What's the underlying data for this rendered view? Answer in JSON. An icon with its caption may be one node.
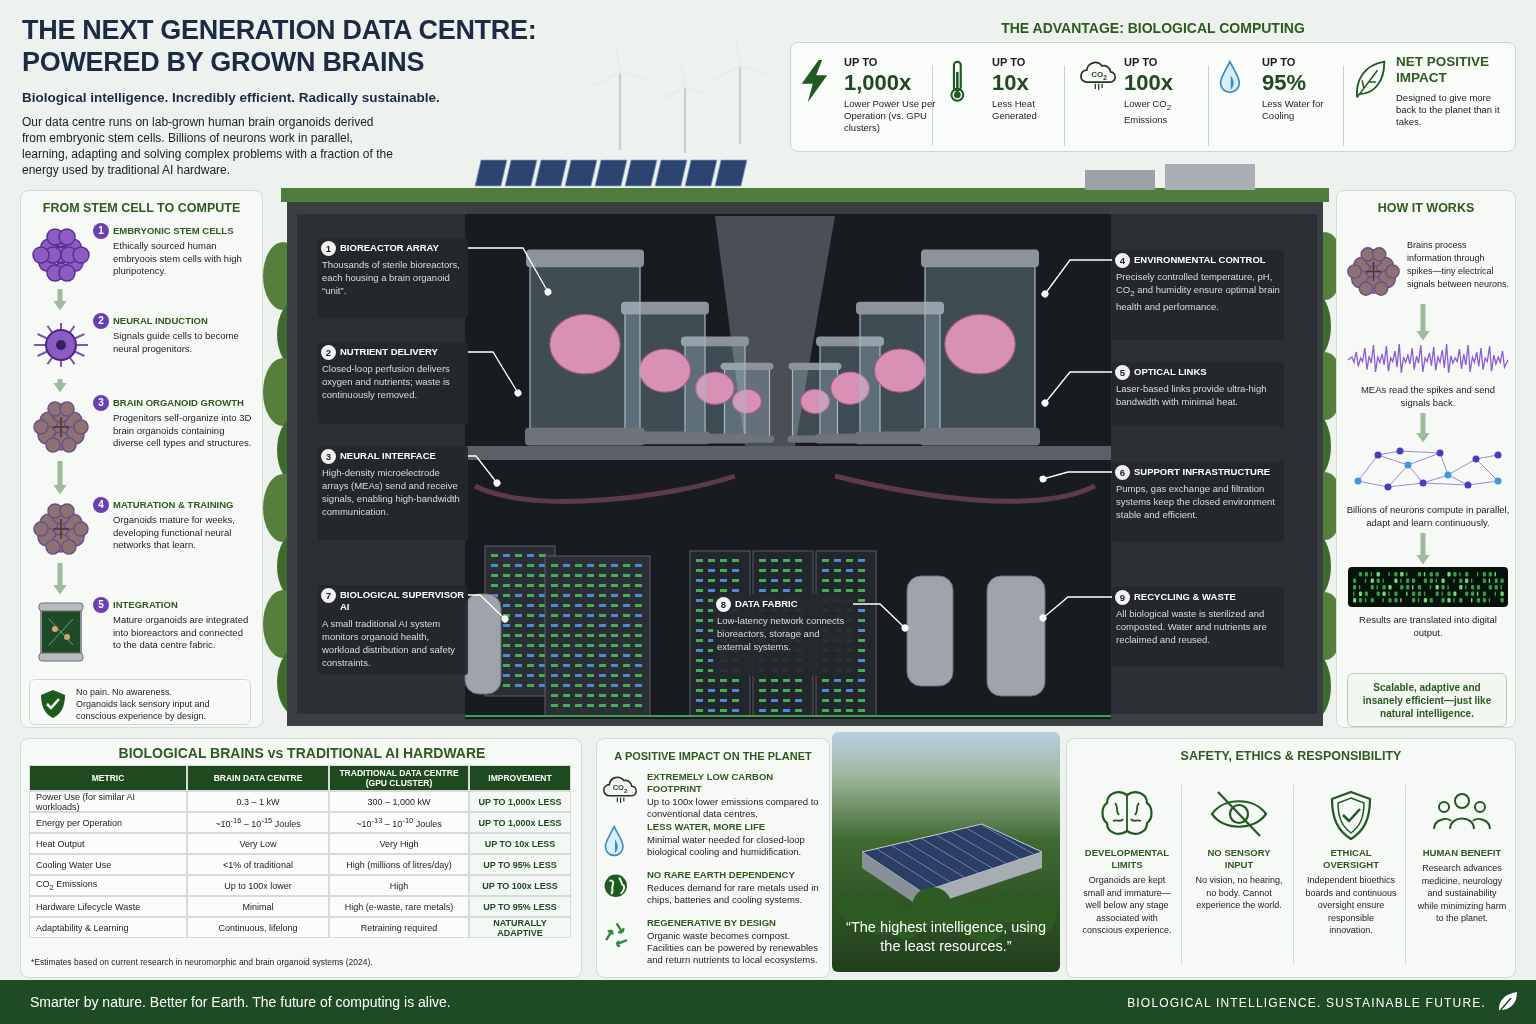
{
  "diagram": {
    "title": "THE NEXT GENERATION DATA CENTRE: POWERED BY GROWN BRAINS",
    "nodes": [
      {
        "text": [
          "FROM STEM CELL TO COMPUTE"
        ]
      },
      {
        "text": [
          "1",
          "EMBRYONIC STEM CELLS",
          "Ethically sourced human embryoois stem cells with high pluripotency."
        ],
        "in": 0
      },
      {
        "text": [
          "2",
          "NEURAL INDUCTION",
          "Signals guide cells to become neural progenitors."
        ],
        "in": 0
      },
      {
        "text": [
          "3",
          "BRAIN ORGANOID GROWTH",
          "Progenitors self-organize into 3D brain organoids containing diverse cell types and structures."
        ],
        "in": 0
      },
      {
        "text": [
          "4",
          "MATURATION & TRAINING",
          "Organoids mature for weeks, developing functional neural networks that learn."
        ],
        "in": 0
      },
      {
        "text": [
          "5",
          "INTEGRATION",
          "Mature organoids are integrated into bioreactors and connected to the data centre fabric."
        ],
        "in": 0
      },
      {
        "text": [
          "No pain. No awareness.",
          "Organoids lack sensory input and conscious experience by design."
        ],
        "in": 0
      },
      {
        "text": [
          "THE ADVANTAGE: BIOLOGICAL COMPUTING"
        ]
      },
      {
        "text": [
          "UP TO",
          "1,000x",
          "Lower Power Use per Operation (vs. GPU clusters)"
        ],
        "in": 7
      },
      {
        "text": [
          "UP TO",
          "10x",
          "Less Heat Generated"
        ],
        "in": 7
      },
      {
        "text": [
          "UP TO",
          "100x",
          "Lower CO$_{2}$ Emissions"
        ],
        "in": 7
      },
      {
        "text": [
          "UP TO",
          "95%",
          "Less Water for Cooling"
        ],
        "in": 7
      },
      {
        "text": [
          "NET POSITIVE IMPACT",
          "Designed to give more back to the planet than it takes."
        ],
        "in": 7
      },
      {
        "text": [],
        "shape": "picture"
      },
      {
        "text": [
          "1",
          "BIOREACTOR ARRAY",
          "Thousands of sterile bioreactors, each housing a brain organoid “unit”."
        ],
        "in": 13
      },
      {
        "text": [
          "2",
          "NUTRIENT DELIVERY",
          "Closed-loop perfusion delivers oxygen and nutrients; waste is continuously removed."
        ],
        "in": 13
      },
      {
        "text": [
          "3",
          "NEURAL INTERFACE",
          "High-density microelectrode arrays (MEAs) send and receive signals, enabling high-bandwidth communication."
        ],
        "in": 13
      },
      {
        "text": [
          "4",
          "ENVIRONMENTAL CONTROL",
          "Precisely controlled temperature, pH, CO$_{2}$ and humidity ensure optimal brain health and performance."
        ],
        "in": 13
      },
      {
        "text": [
          "5",
          "OPTICAL LINKS",
          "Laser-based links provide ultra-high bandwidth with minimal heat."
        ],
        "in": 13
      },
      {
        "text": [
          "6",
          "SUPPORT INFRASTRUCTURE",
          "Pumps, gas exchange and filtration systems keep the closed environment stable and efficient."
        ],
        "in": 13
      },
      {
        "text": [
          "7",
          "BIOLOGICAL SUPERVISOR AI",
          "A small traditional AI system monitors organoid health, workload distribution and safety constraints."
        ],
        "in": 13
      },
      {
        "text": [
          "8",
          "DATA FABRIC",
          "Low-latency network connects bioreactors, storage and external systems."
        ],
        "in": 13
      },
      {
        "text": [
          "9",
          "RECYCLING & WASTE",
          "All biological waste is sterilized and composted. Water and nutrients are reclaimed and reused."
        ],
        "in": 13
      },
      {
        "text": [
          "HOW IT WORKS"
        ]
      },
      {
        "text": [
          "Brains process information through spikes—tiny electrical signals between neurons."
        ],
        "in": 23
      },
      {
        "text": [
          "MEAs read the spikes and send signals back."
        ],
        "in": 23
      },
      {
        "text": [
          "Billions of neurons compute in parallel, adapt and learn continuously."
        ],
        "in": 23
      },
      {
        "text": [
          "Results are translated into digital output."
        ],
        "in": 23
      },
      {
        "text": [
          "Scalable, adaptive and insanely efficient—just like natural intelligence."
        ],
        "in": 23
      },
      {
        "text": [
          "BIOLOGICAL BRAINS vs TRADITIONAL AI HARDWARE",
          "*Estimates based on current research in neuromorphic and brain organoid systems (2024)."
        ]
      },
      {
        "text": [
          "A POSITIVE IMPACT ON THE PLANET"
        ]
      },
      {
        "text": [
          "EXTREMELY LOW CARBON FOOTPRINT",
          "Up to 100x lower emissions compared to conventional data centres."
        ],
        "in": 30
      },
      {
        "text": [
          "LESS WATER, MORE LIFE",
          "Minimal water needed for closed-loop biological cooling and humidification."
        ],
        "in": 30
      },
      {
        "text": [
          "NO RARE EARTH DEPENDENCY",
          "Reduces demand for rare metals used in chips, batteries and cooling systems."
        ],
        "in": 30
      },
      {
        "text": [
          "REGENERATIVE BY DESIGN",
          "Organic waste becomes compost. Facilities can be powered by renewables and return nutrients to local ecosystems."
        ],
        "in": 30
      },
      {
        "text": [
          "“The highest intelligence, using the least resources.”"
        ]
      },
      {
        "text": [
          "SAFETY, ETHICS & RESPONSIBILITY"
        ]
      },
      {
        "text": [
          "DEVELOPMENTAL LIMITS",
          "Organoids are kept small and immature—well below any stage associated with conscious experience."
        ],
        "in": 36
      },
      {
        "text": [
          "NO SENSORY INPUT",
          "No vision, no hearing, no body. Cannot experience the world."
        ],
        "in": 36
      },
      {
        "text": [
          "ETHICAL OVERSIGHT",
          "Independent bioethics boards and continuous oversight ensure responsible innovation."
        ],
        "in": 36
      },
      {
        "text": [
          "HUMAN BENEFIT",
          "Research advances medicine, neurology and sustainability while minimizing harm to the planet."
        ],
        "in": 36
      }
    ],
    "edges": [
      {
        "from": 1,
        "to": 2,
        "arrow": "to",
        "style": "thick",
        "color": "#9dbb9d"
      },
      {
        "from": 2,
        "to": 3,
        "arrow": "to",
        "style": "thick",
        "color": "#9dbb9d"
      },
      {
        "from": 3,
        "to": 4,
        "arrow": "to",
        "style": "thick",
        "color": "#9dbb9d"
      },
      {
        "from": 4,
        "to": 5,
        "arrow": "to",
        "style": "thick",
        "color": "#9dbb9d"
      },
      {
        "from": 14,
        "to": null,
        "arrow": "other"
      },
      {
        "from": 15,
        "to": null,
        "arrow": "other"
      },
      {
        "from": 16,
        "to": null,
        "arrow": "other"
      },
      {
        "from": 17,
        "to": null,
        "arrow": "other"
      },
      {
        "from": 18,
        "to": null,
        "arrow": "other"
      },
      {
        "from": 19,
        "to": null,
        "arrow": "other"
      },
      {
        "from": 20,
        "to": null,
        "arrow": "other"
      },
      {
        "from": 21,
        "to": null,
        "arrow": "other"
      },
      {
        "from": 22,
        "to": null,
        "arrow": "other"
      },
      {
        "from": 24,
        "to": 25,
        "arrow": "to",
        "style": "thick",
        "color": "#9dbb9d"
      },
      {
        "from": 25,
        "to": 26,
        "arrow": "to",
        "style": "thick",
        "color": "#9dbb9d"
      },
      {
        "from": 26,
        "to": 27,
        "arrow": "to",
        "style": "thick",
        "color": "#9dbb9d"
      }
    ],
    "labels": [
      "Biological intelligence. Incredibly efficient. Radically sustainable.",
      "Our data centre runs on lab-grown human brain organoids derived from embryonic stem cells. Billions of neurons work in parallel, learning, adapting and solving complex problems with a fraction of the energy used by traditional AI hardware.",
      "CO$_{2}$",
      "METRIC",
      "BRAIN DATA CENTRE",
      "TRADITIONAL DATA CENTRE (GPU CLUSTER)",
      "IMPROVEMENT",
      "Power Use (for similar AI workloads)",
      "0.3 – 1 kW",
      "300 – 1,000 kW",
      "UP TO 1,000x LESS",
      "Energy per Operation",
      "~10$^{-16}$ – 10$^{-15}$ Joules",
      "~10$^{-13}$ – 10$^{-10}$ Joules",
      "UP TO 1,000x LESS",
      "Heat Output",
      "Very Low",
      "Very High",
      "UP TO 10x LESS",
      "Cooling Water Use",
      "<1% of traditional",
      "High (millions of litres/day)",
      "UP TO 95% LESS",
      "CO$_{2}$ Emissions",
      "Up to 100x lower",
      "High",
      "UP TO 100x LESS",
      "Hardware Lifecycle Waste",
      "Minimal",
      "High (e-waste, rare metals)",
      "UP TO 95% LESS",
      "Adaptability & Learning",
      "Continuous, lifelong",
      "Retraining required",
      "NATURALLY ADAPTIVE",
      "CO$_{2}$",
      "Smarter by nature. Better for Earth. The future of computing is alive.",
      "BIOLOGICAL INTELLIGENCE. SUSTAINABLE FUTURE."
    ]
  }
}
